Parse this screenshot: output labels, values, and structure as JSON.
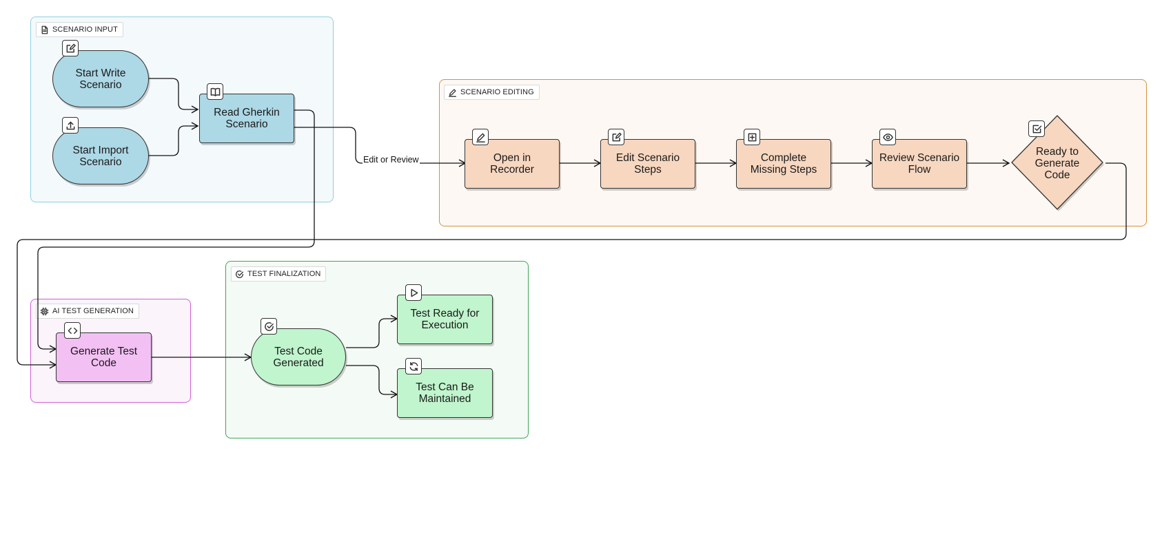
{
  "colors": {
    "scenario_input_border": "#8fcfe0",
    "scenario_input_fill": "#f4f9fc",
    "scenario_input_node": "#add8e6",
    "scenario_editing_border": "#d9903a",
    "scenario_editing_fill": "#fdf8f3",
    "scenario_editing_node": "#f7d7c0",
    "ai_generation_border": "#d25fd6",
    "ai_generation_fill": "#fbf4fb",
    "ai_generation_node": "#f3c0f4",
    "finalization_border": "#3fa558",
    "finalization_fill": "#f4faf5",
    "finalization_node": "#c0f5cd",
    "edge": "#111111"
  },
  "groups": {
    "scenario_input": {
      "label": "SCENARIO INPUT",
      "icon": "document-icon"
    },
    "scenario_editing": {
      "label": "SCENARIO EDITING",
      "icon": "pen-icon"
    },
    "ai_generation": {
      "label": "AI TEST GENERATION",
      "icon": "chip-icon"
    },
    "finalization": {
      "label": "TEST FINALIZATION",
      "icon": "check-circle-icon"
    }
  },
  "nodes": {
    "start_write": {
      "label": "Start Write Scenario",
      "icon": "edit-icon"
    },
    "start_import": {
      "label": "Start Import Scenario",
      "icon": "upload-icon"
    },
    "read_gherkin": {
      "label": "Read Gherkin Scenario",
      "icon": "book-icon"
    },
    "open_recorder": {
      "label": "Open in Recorder",
      "icon": "pen-icon"
    },
    "edit_steps": {
      "label": "Edit Scenario Steps",
      "icon": "edit-icon"
    },
    "complete_missing": {
      "label": "Complete Missing Steps",
      "icon": "plus-square-icon"
    },
    "review_flow": {
      "label": "Review Scenario Flow",
      "icon": "eye-icon"
    },
    "ready_generate": {
      "label": "Ready to Generate Code",
      "icon": "check-square-icon"
    },
    "generate_test": {
      "label": "Generate Test Code",
      "icon": "code-icon"
    },
    "code_generated": {
      "label": "Test Code Generated",
      "icon": "check-circle-icon"
    },
    "ready_execution": {
      "label": "Test Ready for Execution",
      "icon": "play-icon"
    },
    "can_maintain": {
      "label": "Test Can Be Maintained",
      "icon": "refresh-icon"
    }
  },
  "edges": {
    "edit_or_review_label": "Edit or Review"
  }
}
